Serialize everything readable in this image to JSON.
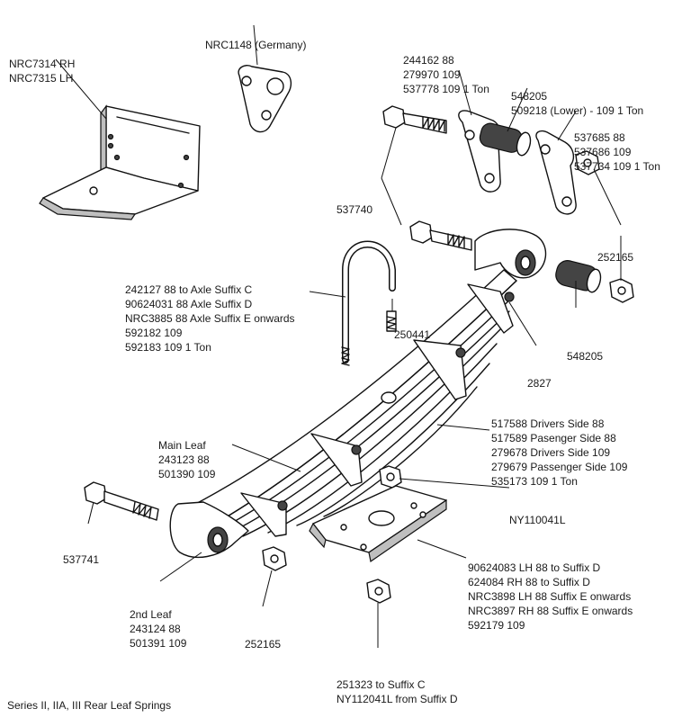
{
  "caption": "Series II, IIA, III Rear Leaf Springs",
  "labels": {
    "hanger": [
      "NRC7314 RH",
      "NRC7315 LH"
    ],
    "plate_germany": [
      "NRC1148 (Germany)"
    ],
    "shackle_plate": [
      "244162 88",
      "279970 109",
      "537778 109 1 Ton"
    ],
    "bush_upper": [
      "548205",
      "509218 (Lower) - 109 1 Ton"
    ],
    "shackle_plate_right": [
      "537685 88",
      "537686 109",
      "537734 109 1 Ton"
    ],
    "bolt_shackle": [
      "537740"
    ],
    "nut_right": [
      "252165"
    ],
    "ubolt": [
      "242127 88 to Axle Suffix C",
      "90624031 88 Axle Suffix D",
      "NRC3885 88 Axle Suffix E onwards",
      "592182 109",
      "592183 109 1 Ton"
    ],
    "clip_bolt": [
      "250441"
    ],
    "bush_lower": [
      "548205"
    ],
    "clip": [
      "2827"
    ],
    "spring_assembly": [
      "517588 Drivers Side 88",
      "517589 Pasenger Side 88",
      "279678 Drivers Side 109",
      "279679 Passenger Side 109",
      "535173 109 1 Ton"
    ],
    "main_leaf": [
      "Main Leaf",
      "243123 88",
      "501390 109"
    ],
    "centre_nut": [
      "NY110041L"
    ],
    "bolt_eye": [
      "537741"
    ],
    "plate": [
      "90624083 LH 88 to Suffix D",
      "624084 RH 88 to Suffix D",
      "NRC3898 LH 88 Suffix E onwards",
      "NRC3897 RH 88 Suffix E onwards",
      "592179 109"
    ],
    "second_leaf": [
      "2nd Leaf",
      "243124 88",
      "501391 109"
    ],
    "nut_left": [
      "252165"
    ],
    "ubolt_nut": [
      "251323 to Suffix C",
      "NY112041L from Suffix D"
    ]
  }
}
